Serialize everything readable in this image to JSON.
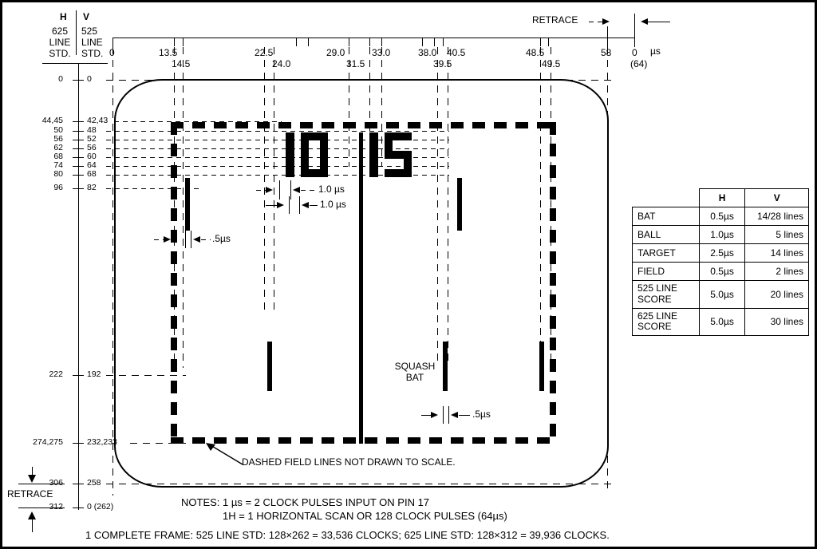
{
  "axes": {
    "h_header": "H",
    "v_header": "V",
    "h_std_lines": [
      "625",
      "LINE",
      "STD."
    ],
    "v_std_lines": [
      "525",
      "LINE",
      "STD."
    ],
    "unit_label": "µs",
    "h_ticks_top": [
      "0",
      "13.5",
      "22.5",
      "29.0",
      "33.0",
      "38.0",
      "40.5",
      "48.5",
      "58",
      "0"
    ],
    "h_ticks_bottom": [
      "14.5",
      "24.0",
      "31.5",
      "39.5",
      "49.5",
      "(64)"
    ],
    "h_tick_values_us": [
      0,
      13.5,
      22.5,
      29.0,
      33.0,
      38.0,
      40.5,
      48.5,
      58,
      64
    ],
    "h_tick_values_us_lower": [
      14.5,
      24.0,
      31.5,
      39.5,
      49.5
    ],
    "retrace_label_top": "RETRACE",
    "retrace_label_bottom": "RETRACE",
    "vertical_rows": [
      {
        "h": "0",
        "v": "0"
      },
      {
        "h": "44,45",
        "v": "42,43"
      },
      {
        "h": "50",
        "v": "48"
      },
      {
        "h": "56",
        "v": "52"
      },
      {
        "h": "62",
        "v": "56"
      },
      {
        "h": "68",
        "v": "60"
      },
      {
        "h": "74",
        "v": "64"
      },
      {
        "h": "80",
        "v": "68"
      },
      {
        "h": "96",
        "v": "82"
      },
      {
        "h": "222",
        "v": "192"
      },
      {
        "h": "274,275",
        "v": "232,233"
      },
      {
        "h": "306",
        "v": "258"
      },
      {
        "h": "312",
        "v": "0  (262)"
      }
    ]
  },
  "screen": {
    "score_left": "10",
    "score_right": "15",
    "squash_bat_label": [
      "SQUASH",
      "BAT"
    ],
    "dashed_note": "DASHED FIELD LINES NOT DRAWN TO SCALE."
  },
  "dimensions": {
    "ball_width_1": "1.0 µs",
    "ball_width_2": "1.0 µs",
    "bat_width_left": ".5µs",
    "bat_width_right": ".5µs"
  },
  "spec_table": {
    "col_headers": [
      "",
      "H",
      "V"
    ],
    "rows": [
      {
        "label": "BAT",
        "h": "0.5µs",
        "v": "14/28 lines"
      },
      {
        "label": "BALL",
        "h": "1.0µs",
        "v": "5 lines"
      },
      {
        "label": "TARGET",
        "h": "2.5µs",
        "v": "14 lines"
      },
      {
        "label": "FIELD",
        "h": "0.5µs",
        "v": "2 lines"
      },
      {
        "label": "525 LINE\nSCORE",
        "h": "5.0µs",
        "v": "20 lines"
      },
      {
        "label": "625 LINE\nSCORE",
        "h": "5.0µs",
        "v": "30 lines"
      }
    ]
  },
  "notes": {
    "line1": "NOTES: 1 µs = 2 CLOCK PULSES INPUT ON PIN 17",
    "line2": "1H = 1 HORIZONTAL SCAN OR 128 CLOCK PULSES (64µs)",
    "footer": "1 COMPLETE FRAME: 525 LINE STD: 128×262 = 33,536 CLOCKS; 625 LINE STD: 128×312 = 39,936 CLOCKS."
  },
  "colors": {
    "ink": "#000000",
    "paper": "#ffffff"
  }
}
